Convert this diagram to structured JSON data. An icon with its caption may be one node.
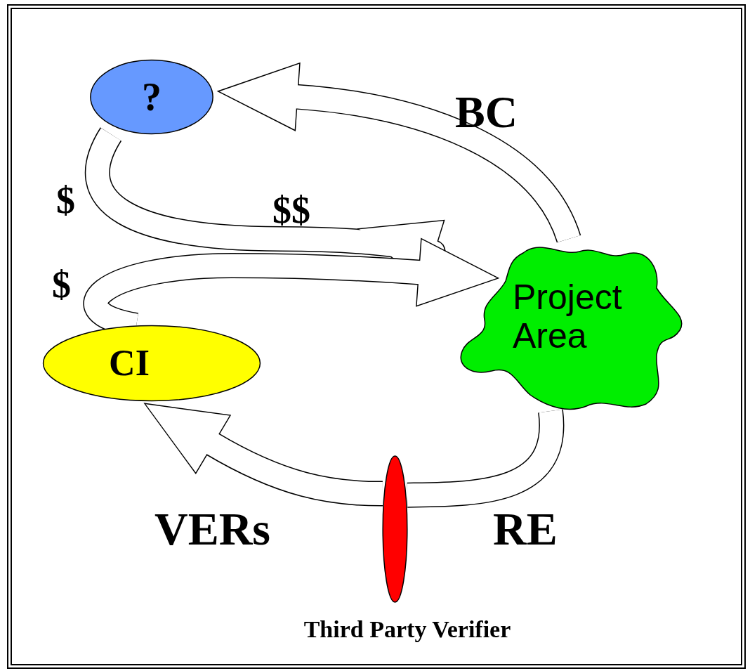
{
  "diagram": {
    "nodes": [
      {
        "text": [
          "?"
        ]
      },
      {
        "text": [
          "CI"
        ]
      },
      {
        "text": [
          "Project Area"
        ]
      },
      {
        "text": [],
        "shape": "ellipse",
        "beside": [
          "Third Party Verifier"
        ]
      }
    ],
    "edges": [
      {
        "from": 2,
        "to": 0,
        "arrow": "to",
        "label": "BC"
      },
      {
        "from": 0,
        "to": 2,
        "arrow": "to",
        "label": "$$"
      },
      {
        "from": 1,
        "to": 2,
        "arrow": "to",
        "label": "$"
      },
      {
        "from": 2,
        "to": 3,
        "arrow": "none",
        "label": "RE"
      },
      {
        "from": 3,
        "to": 1,
        "arrow": "to",
        "label": "VERs"
      }
    ],
    "labels": [
      "$"
    ]
  }
}
